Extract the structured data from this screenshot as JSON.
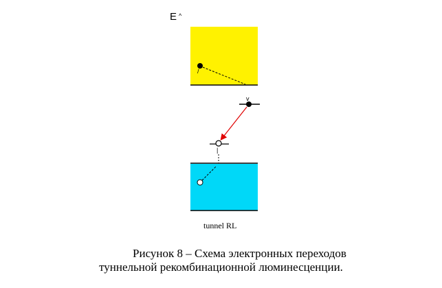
{
  "diagram": {
    "energy_axis_label": "E",
    "process_label": "tunnel RL",
    "conduction_band_color": "#FFF200",
    "valence_band_color": "#00D8F8",
    "transition_arrow_color": "#E00000"
  },
  "caption": {
    "line1": "Рисунок 8 – Схема электронных переходов",
    "line2": "туннельной рекомбинационной люминесценции."
  }
}
